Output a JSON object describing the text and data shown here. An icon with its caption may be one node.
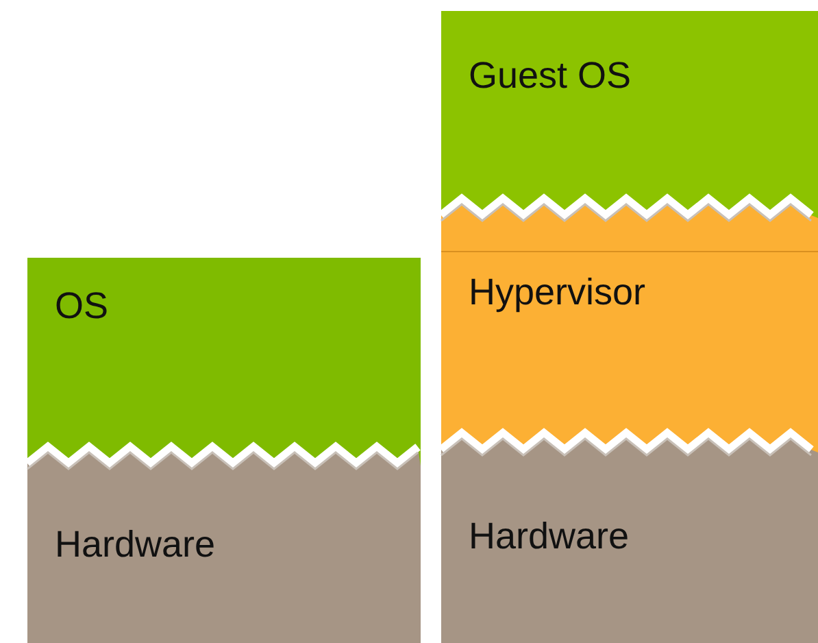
{
  "diagram": {
    "nodes": [
      {
        "text": [
          "OS"
        ]
      },
      {
        "text": [
          "Hardware"
        ]
      },
      {
        "text": [
          "Guest OS"
        ]
      },
      {
        "text": [
          "Hypervisor"
        ]
      },
      {
        "text": [
          "Hardware"
        ]
      }
    ]
  }
}
